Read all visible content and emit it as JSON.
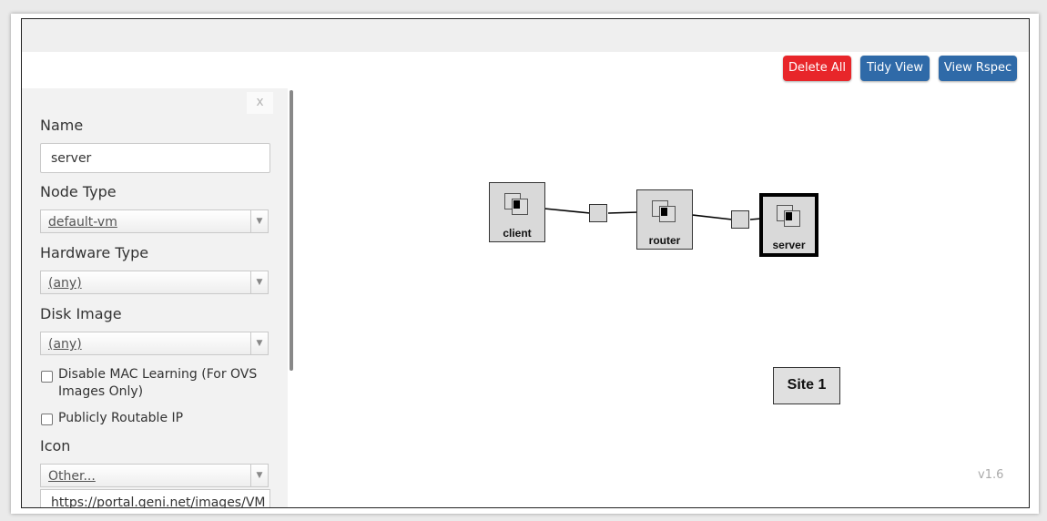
{
  "toolbar": {
    "delete_all": "Delete All",
    "tidy_view": "Tidy View",
    "view_rspec": "View Rspec"
  },
  "colors": {
    "danger": "#e8262a",
    "primary": "#2f6aa8"
  },
  "panel": {
    "close_label": "x",
    "name_label": "Name",
    "name_value": "server",
    "node_type_label": "Node Type",
    "node_type_value": "default-vm",
    "hardware_type_label": "Hardware Type",
    "hardware_type_value": "(any)",
    "disk_image_label": "Disk Image",
    "disk_image_value": "(any)",
    "disable_mac_label": "Disable MAC Learning (For OVS Images Only)",
    "disable_mac_checked": false,
    "public_ip_label": "Publicly Routable IP",
    "public_ip_checked": false,
    "icon_label": "Icon",
    "icon_value": "Other...",
    "icon_url": "https://portal.geni.net/images/VM"
  },
  "topology": {
    "nodes": [
      {
        "name": "client",
        "selected": false
      },
      {
        "name": "router",
        "selected": false
      },
      {
        "name": "server",
        "selected": true
      }
    ],
    "site_label": "Site 1"
  },
  "version": "v1.6"
}
